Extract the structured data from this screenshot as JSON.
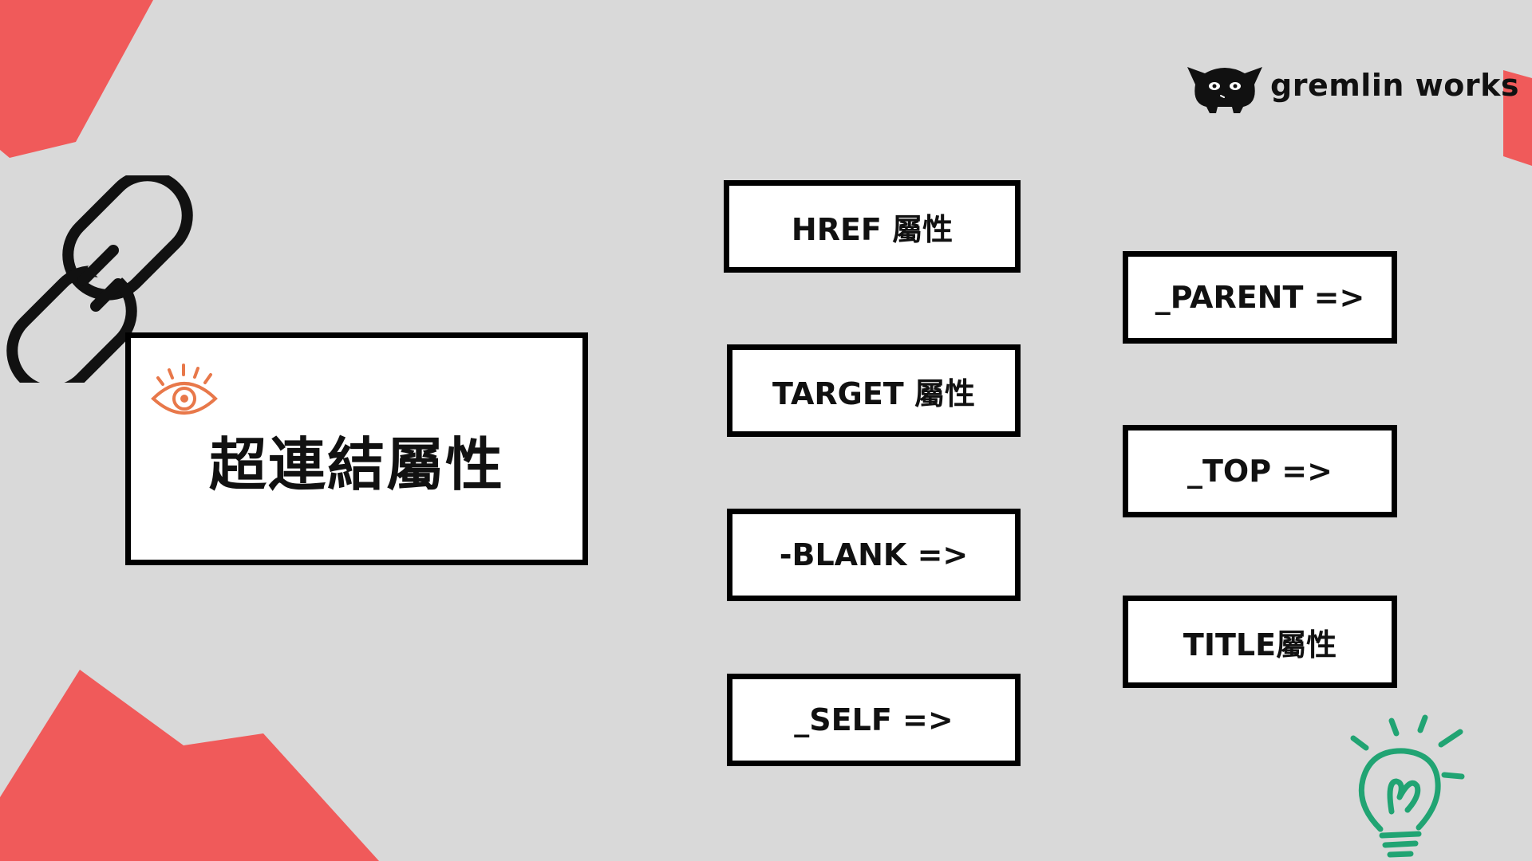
{
  "colors": {
    "background": "#d9d9d9",
    "accent_red": "#f05a5a",
    "card_border": "#000000",
    "eye_orange": "#e8784a",
    "bulb_green": "#21a473"
  },
  "logo": {
    "text": "gremlin works",
    "icon": "gremlin-mascot-icon"
  },
  "main_card": {
    "title": "超連結屬性",
    "icon": "eye-icon"
  },
  "nodes": [
    {
      "id": "href",
      "label": "HREF 屬性"
    },
    {
      "id": "target",
      "label": "TARGET 屬性"
    },
    {
      "id": "blank",
      "label": "-BLANK =>"
    },
    {
      "id": "self",
      "label": "_SELF =>"
    },
    {
      "id": "parent",
      "label": "_PARENT =>"
    },
    {
      "id": "top",
      "label": "_TOP =>"
    },
    {
      "id": "title",
      "label": "TITLE屬性"
    }
  ],
  "decorations": [
    "chain-link-icon",
    "light-bulb-icon"
  ]
}
